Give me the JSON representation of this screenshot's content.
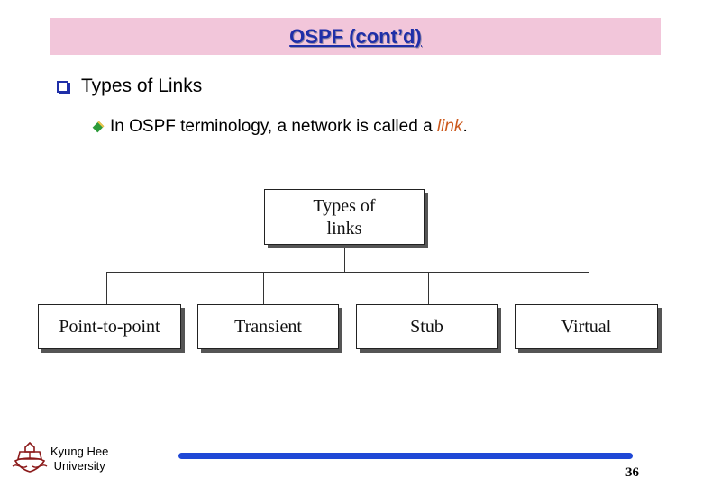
{
  "slide": {
    "title": "OSPF (cont’d)",
    "bullet_level1": "Types of Links",
    "bullet_level2_prefix": "In OSPF terminology, a network is called a ",
    "bullet_level2_link": "link",
    "bullet_level2_suffix": "."
  },
  "diagram": {
    "root_line1": "Types of",
    "root_line2": "links",
    "children": [
      "Point-to-point",
      "Transient",
      "Stub",
      "Virtual"
    ]
  },
  "footer": {
    "university_line1": "Kyung Hee",
    "university_line2": "University",
    "page_number": "36"
  },
  "colors": {
    "title_bar": "#f2c6da",
    "title_text": "#1f2fa8",
    "link_word": "#cc5a1e",
    "footer_bar": "#1f48d6",
    "bullet_diamond": "#2d9b3a"
  },
  "icons": {
    "bullet_level1": "hollow-square-bullet-icon",
    "bullet_level2": "diamond-bullet-icon",
    "logo": "university-crest-icon"
  }
}
